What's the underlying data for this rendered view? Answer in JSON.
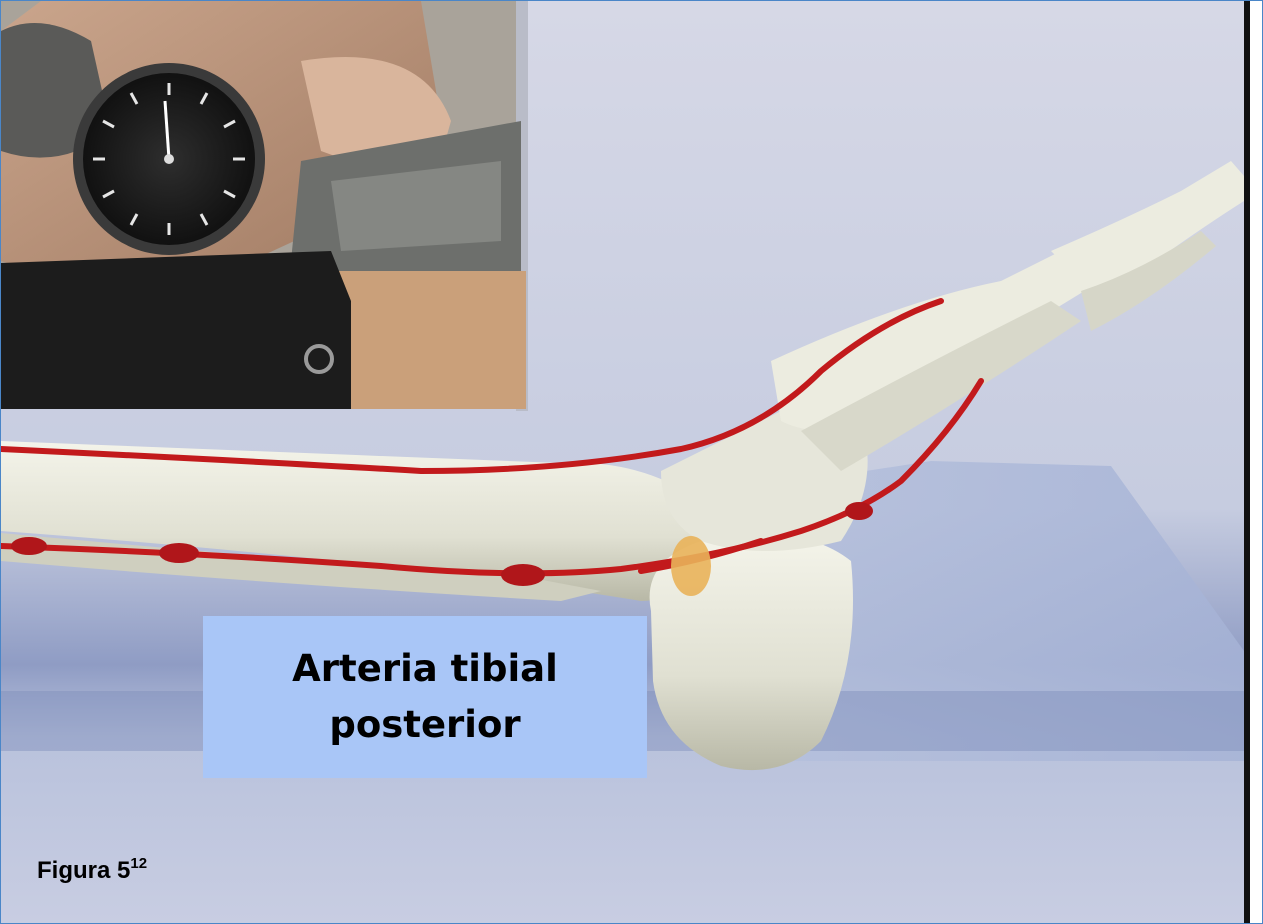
{
  "figure": {
    "label_line1": "Arteria tibial",
    "label_line2": "posterior",
    "caption_main": "Figura 5",
    "caption_ref": "12"
  },
  "colors": {
    "frame_border": "#4a86c8",
    "label_background": "#a9c6f7",
    "artery": "#c21a1c",
    "bone": "#e8e8dc",
    "background": "#c9cede"
  },
  "icons": {
    "illustration": "foot-skeleton-artery-illustration",
    "inset": "blood-pressure-gauge-photo"
  }
}
